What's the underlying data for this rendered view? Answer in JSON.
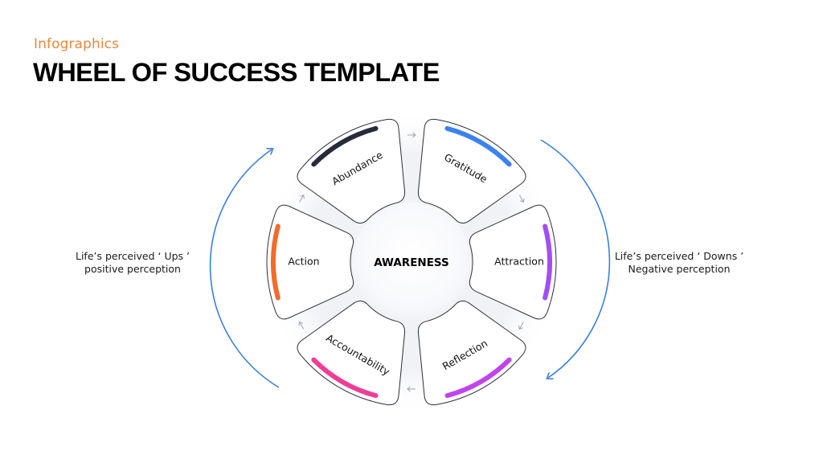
{
  "header": {
    "subtitle": "Infographics",
    "title": "WHEEL OF SUCCESS TEMPLATE"
  },
  "left_note": {
    "line1": "Life’s perceived ‘ Ups ’",
    "line2": "positive perception"
  },
  "right_note": {
    "line1": "Life’s perceived ‘ Downs ’",
    "line2": "Negative perception"
  },
  "center": {
    "label": "AWARENESS"
  },
  "segments": [
    {
      "label": "Abundance",
      "color": "#262a3a"
    },
    {
      "label": "Gratitude",
      "color": "#3b82f0"
    },
    {
      "label": "Attraction",
      "color": "#a24ff0"
    },
    {
      "label": "Reflection",
      "color": "#c044ec"
    },
    {
      "label": "Accountability",
      "color": "#ee3e96"
    },
    {
      "label": "Action",
      "color": "#f26b2d"
    }
  ],
  "colors": {
    "accent_orange": "#e8883f",
    "arrow_blue": "#3d7fd6"
  }
}
